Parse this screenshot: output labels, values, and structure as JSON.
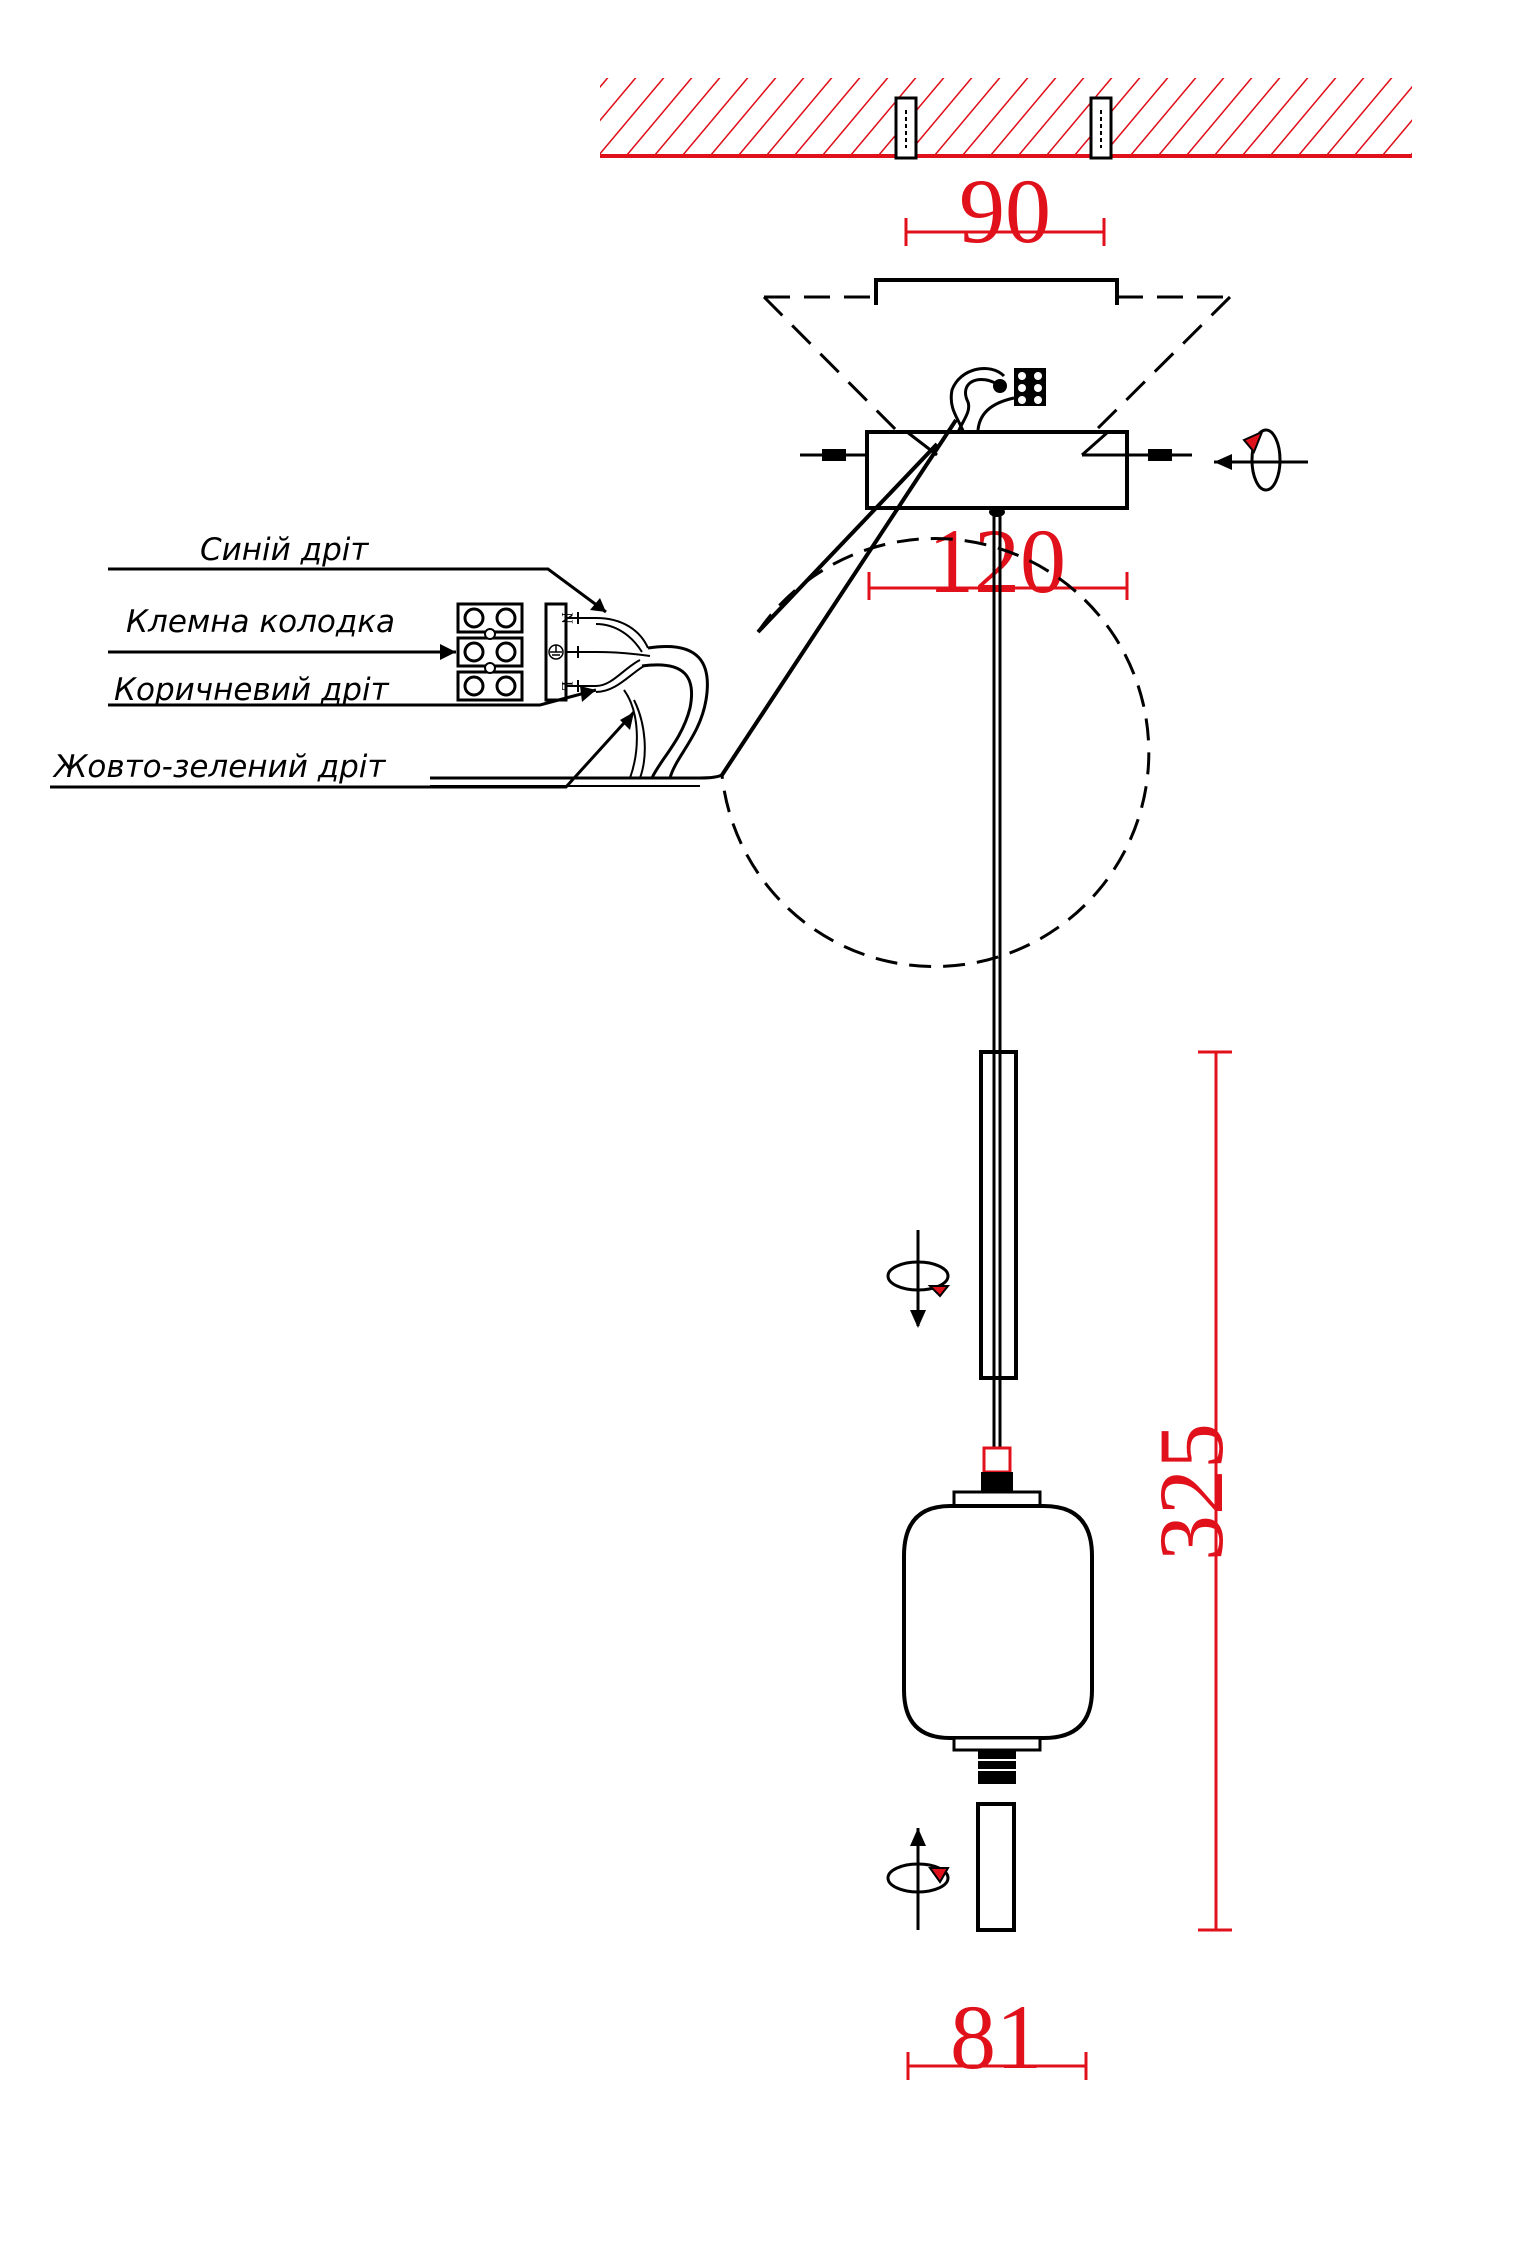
{
  "colors": {
    "dimension": "#e0111b",
    "line": "#000000",
    "hatch": "#e0111b"
  },
  "dimensions": {
    "mount_spacing": "90",
    "canopy_width": "120",
    "drop_height": "325",
    "shade_width": "81"
  },
  "callouts": {
    "blue_wire": "Синій дріт",
    "terminal_block": "Клемна колодка",
    "brown_wire": "Коричневий дріт",
    "yellow_green_wire": "Жовто-зелений дріт"
  },
  "terminal_marks": {
    "neutral": "N",
    "live": "L"
  },
  "icons": {
    "rotate_canopy": "rotate-arrow-icon",
    "rotate_tube": "rotate-arrow-icon",
    "rotate_cap": "rotate-arrow-icon",
    "ground": "ground-symbol-icon"
  }
}
